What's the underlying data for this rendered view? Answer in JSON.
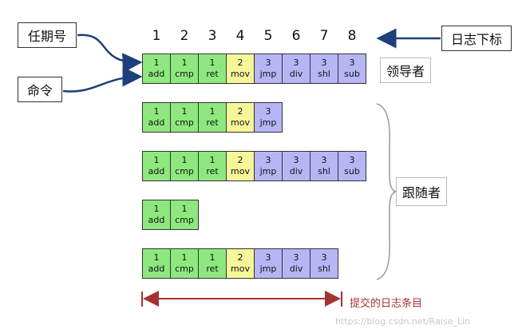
{
  "labels": {
    "term": "任期号",
    "command": "命令",
    "log_index": "日志下标",
    "leader": "领导者",
    "followers": "跟随者",
    "committed": "提交的日志条目"
  },
  "indices": [
    "1",
    "2",
    "3",
    "4",
    "5",
    "6",
    "7",
    "8"
  ],
  "logs": [
    {
      "role": "leader",
      "entries": [
        {
          "term": "1",
          "cmd": "add"
        },
        {
          "term": "1",
          "cmd": "cmp"
        },
        {
          "term": "1",
          "cmd": "ret"
        },
        {
          "term": "2",
          "cmd": "mov"
        },
        {
          "term": "3",
          "cmd": "jmp"
        },
        {
          "term": "3",
          "cmd": "div"
        },
        {
          "term": "3",
          "cmd": "shl"
        },
        {
          "term": "3",
          "cmd": "sub"
        }
      ]
    },
    {
      "role": "follower",
      "entries": [
        {
          "term": "1",
          "cmd": "add"
        },
        {
          "term": "1",
          "cmd": "cmp"
        },
        {
          "term": "1",
          "cmd": "ret"
        },
        {
          "term": "2",
          "cmd": "mov"
        },
        {
          "term": "3",
          "cmd": "jmp"
        }
      ]
    },
    {
      "role": "follower",
      "entries": [
        {
          "term": "1",
          "cmd": "add"
        },
        {
          "term": "1",
          "cmd": "cmp"
        },
        {
          "term": "1",
          "cmd": "ret"
        },
        {
          "term": "2",
          "cmd": "mov"
        },
        {
          "term": "3",
          "cmd": "jmp"
        },
        {
          "term": "3",
          "cmd": "div"
        },
        {
          "term": "3",
          "cmd": "shl"
        },
        {
          "term": "3",
          "cmd": "sub"
        }
      ]
    },
    {
      "role": "follower",
      "entries": [
        {
          "term": "1",
          "cmd": "add"
        },
        {
          "term": "1",
          "cmd": "cmp"
        }
      ]
    },
    {
      "role": "follower",
      "entries": [
        {
          "term": "1",
          "cmd": "add"
        },
        {
          "term": "1",
          "cmd": "cmp"
        },
        {
          "term": "1",
          "cmd": "ret"
        },
        {
          "term": "2",
          "cmd": "mov"
        },
        {
          "term": "3",
          "cmd": "jmp"
        },
        {
          "term": "3",
          "cmd": "div"
        },
        {
          "term": "3",
          "cmd": "shl"
        }
      ]
    }
  ],
  "colors": {
    "term1": "#8ee87f",
    "term2": "#f7f79a",
    "term3": "#b6b6f5",
    "arrow_blue": "#1f3f7a",
    "commit_red": "#a33333"
  },
  "watermark": "https://blog.csdn.net/Raise_Lin"
}
